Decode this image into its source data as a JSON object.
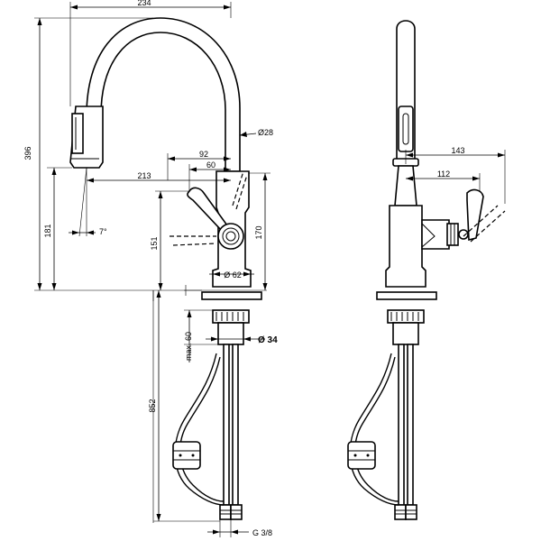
{
  "drawing": {
    "dimensions": {
      "total_width": "234",
      "total_height": "396",
      "diameter_spout": "Ø28",
      "dim_92": "92",
      "dim_60": "60",
      "reach": "213",
      "spout_height": "181",
      "angle": "7°",
      "handle_height": "151",
      "body_height": "170",
      "base_diameter": "Ø 62",
      "max_thickness": "max. 60",
      "hole_diameter": "Ø 34",
      "hose_length": "852",
      "connection": "G 3/8",
      "side_reach": "143",
      "side_handle": "112"
    }
  }
}
